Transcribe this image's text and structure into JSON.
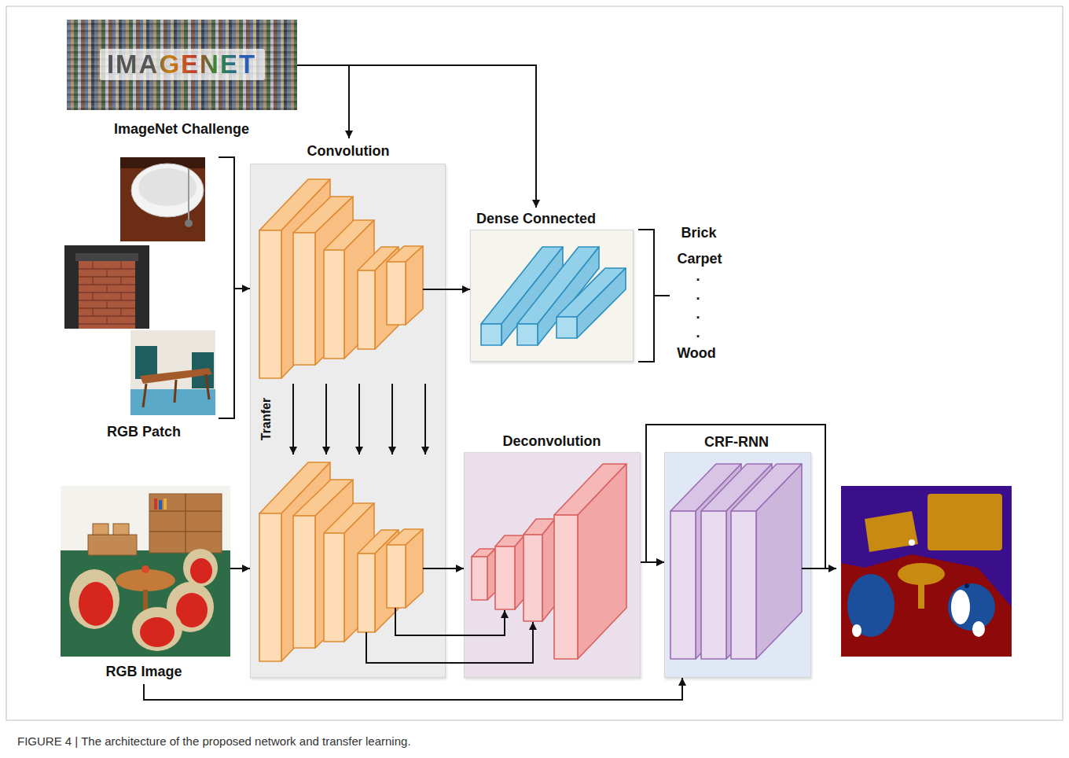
{
  "diagram": {
    "caption": "FIGURE 4 | The architecture of the proposed network and transfer learning.",
    "nodes": [
      {
        "text": [
          "IMAGENET",
          "ImageNet Challenge"
        ]
      },
      {
        "text": [
          "RGB Patch"
        ]
      },
      {
        "text": [
          "Convolution"
        ]
      },
      {
        "text": [
          "Dense Connected"
        ]
      },
      {
        "text": [
          "RGB Image"
        ]
      },
      {
        "text": [
          "Deconvolution"
        ]
      },
      {
        "text": [
          "CRF-RNN"
        ]
      }
    ],
    "edges": [
      {
        "from": 0,
        "to": 2,
        "arrow": "to"
      },
      {
        "from": 0,
        "to": 3,
        "arrow": "to"
      },
      {
        "from": 1,
        "to": 2,
        "arrow": "to"
      },
      {
        "from": 2,
        "to": 3,
        "arrow": "to"
      },
      {
        "from": 4,
        "to": 2,
        "arrow": "to"
      },
      {
        "from": 2,
        "to": 5,
        "arrow": "to"
      },
      {
        "from": 5,
        "to": 6,
        "arrow": "to"
      },
      {
        "from": 6,
        "to": 6,
        "arrow": "to"
      },
      {
        "from": 4,
        "to": 6,
        "arrow": "to"
      }
    ],
    "labels": [
      "Tranfer",
      "Brick",
      "Carpet",
      ".",
      ".",
      ".",
      ".",
      "Wood"
    ]
  }
}
